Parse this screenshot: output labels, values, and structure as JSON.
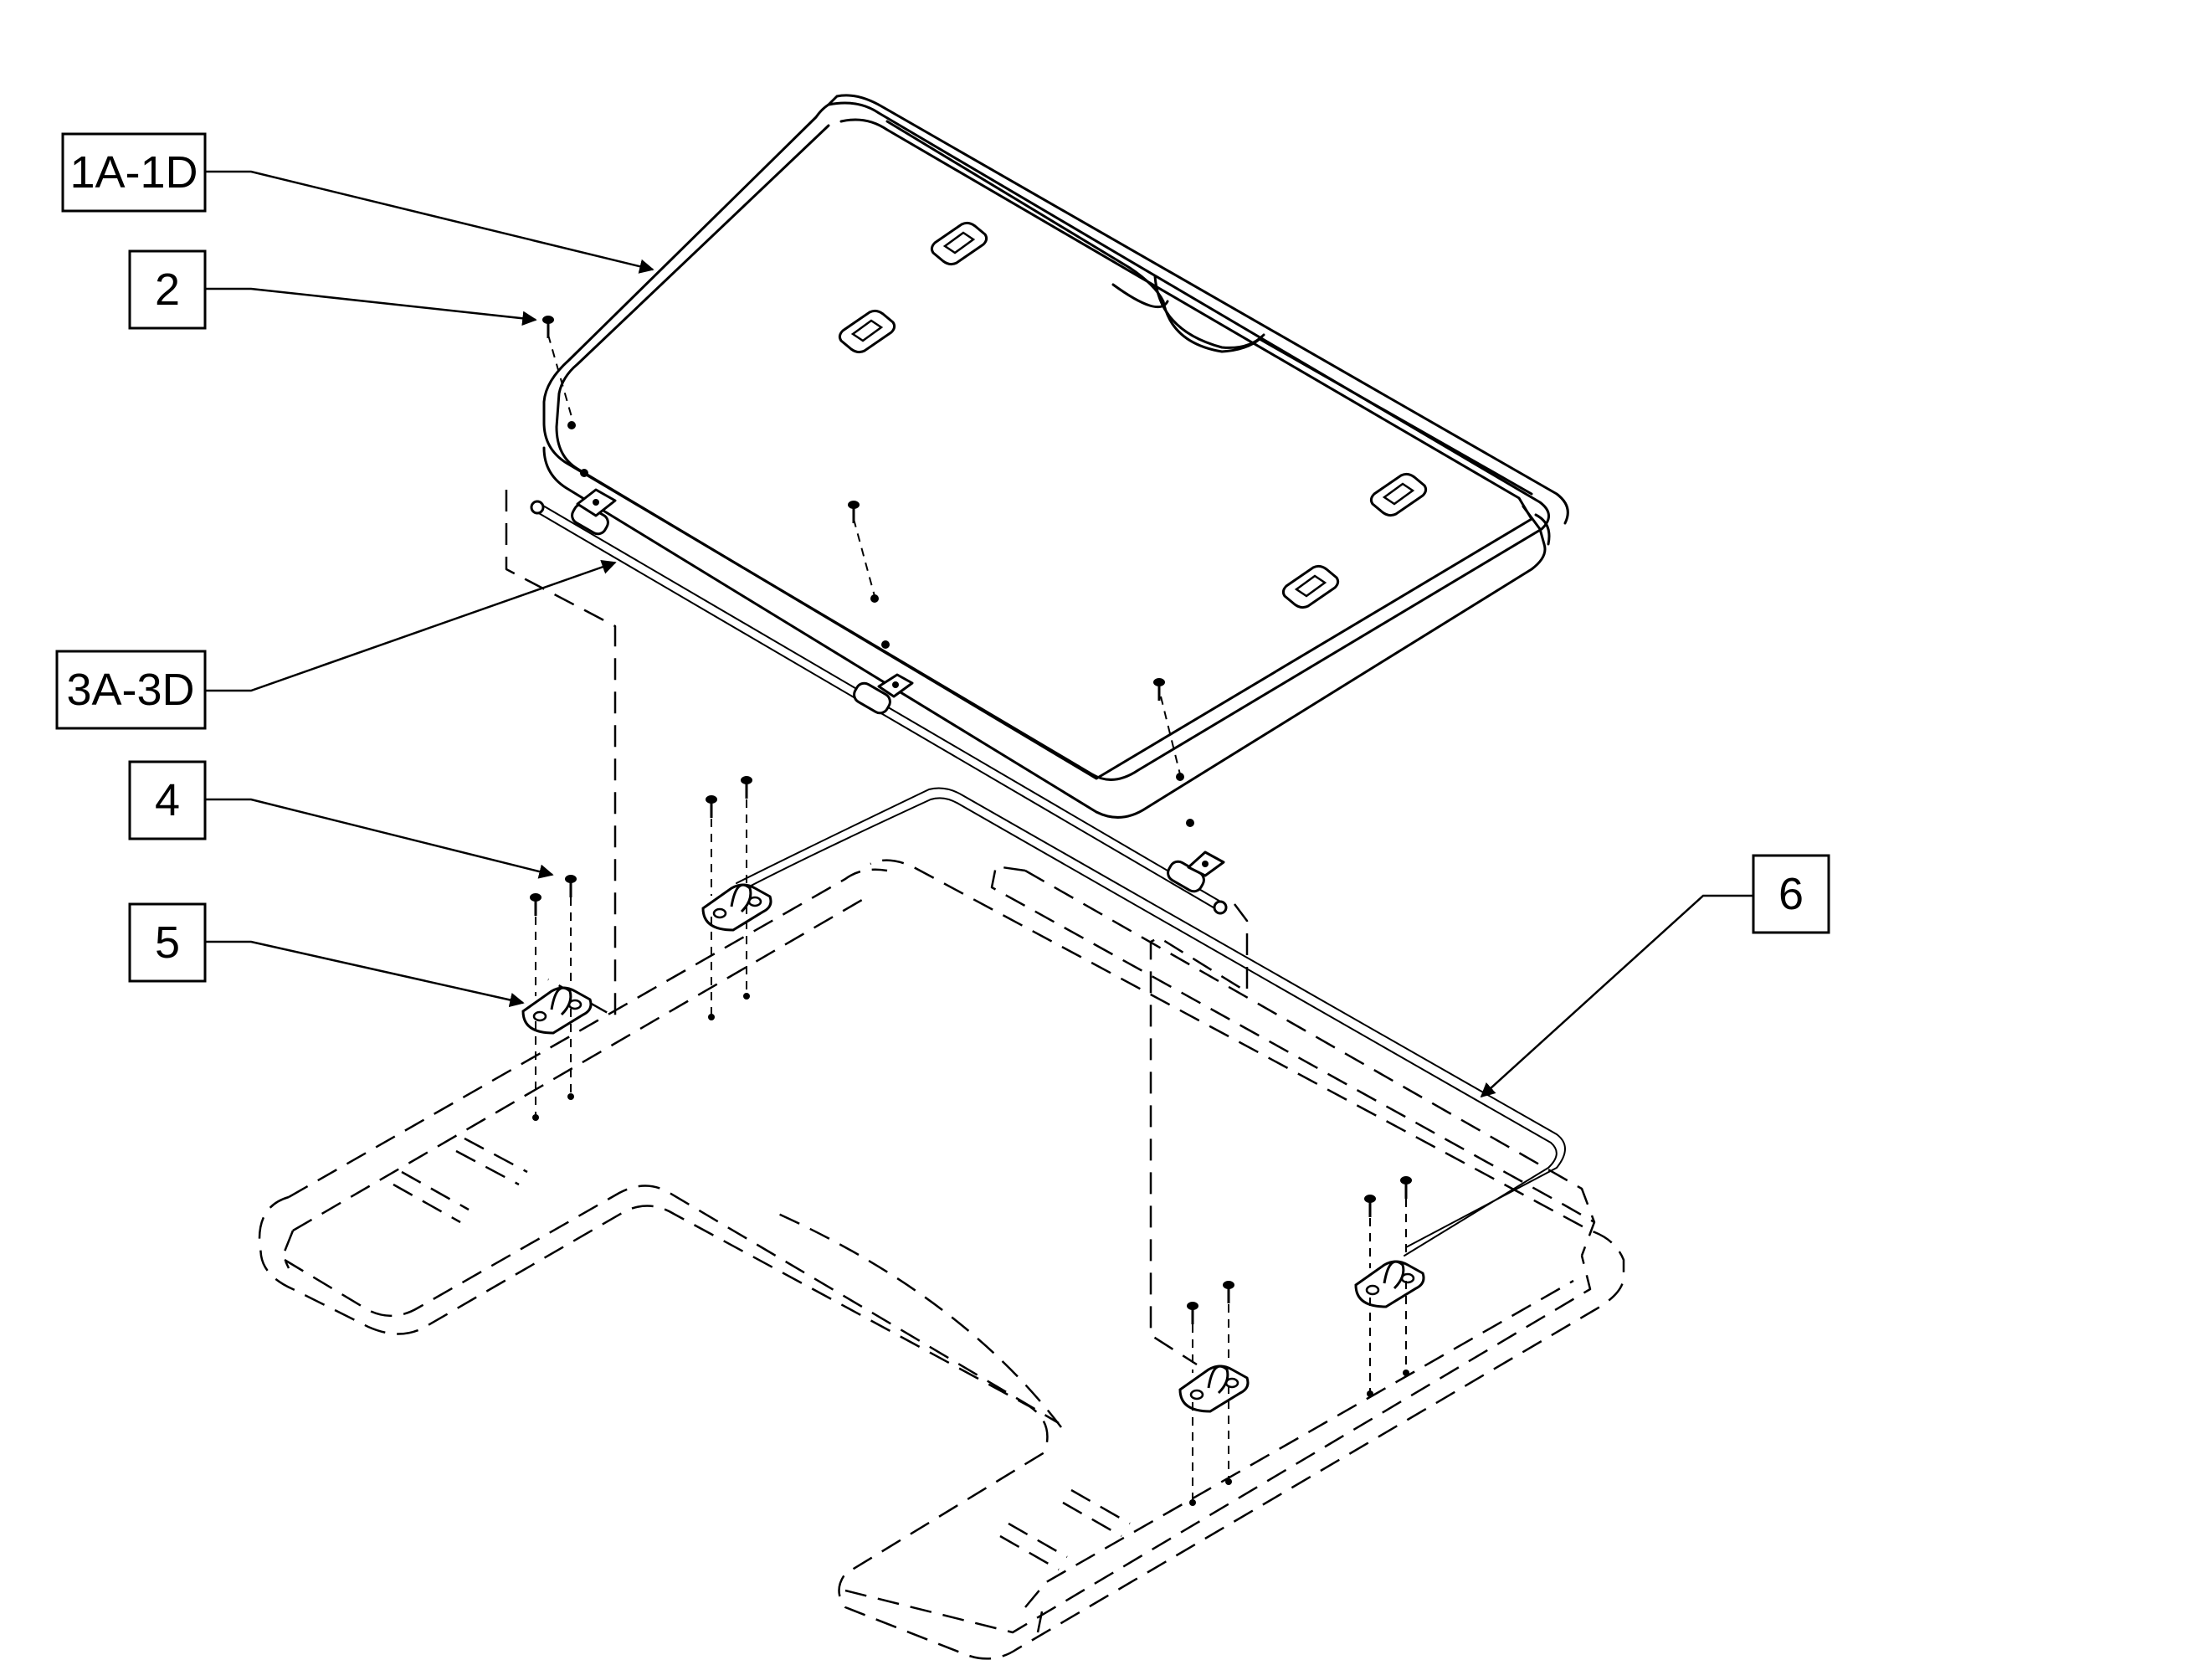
{
  "callouts": [
    {
      "id": "c1",
      "label": "1A-1D"
    },
    {
      "id": "c2",
      "label": "2"
    },
    {
      "id": "c3",
      "label": "3A-3D"
    },
    {
      "id": "c4",
      "label": "4"
    },
    {
      "id": "c5",
      "label": "5"
    },
    {
      "id": "c6",
      "label": "6"
    }
  ]
}
